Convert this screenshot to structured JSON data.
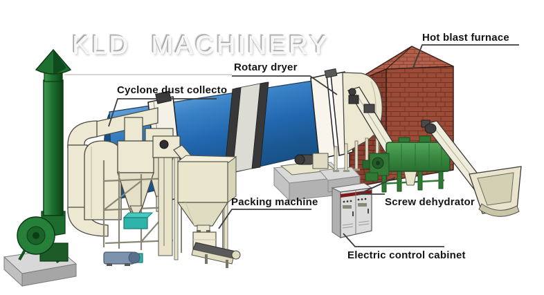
{
  "watermark": {
    "text": "KLD MACHINERY"
  },
  "labels": {
    "hot_blast_furnace": "Hot blast furnace",
    "rotary_dryer": "Rotary dryer",
    "cyclone_dust_collector": "Cyclone dust collecto",
    "packing_machine": "Packing machine",
    "screw_dehydrator": "Screw dehydrator",
    "electric_control_cabinet": "Electric control cabinet"
  },
  "colors": {
    "dryer_drum_blue": "#2268b0",
    "furnace_brick": "#9c4b37",
    "furnace_mortar": "#703226",
    "chimney_green": "#17642a",
    "dehydrator_green": "#3a8a41",
    "machine_cream": "#ece8d2",
    "valve_teal": "#2fb3ab",
    "cabinet_gray": "#dcdcdc",
    "cabinet_stripe_red": "#7d1a1a",
    "label_text": "#141414",
    "leader_line": "#3c3c3c",
    "background": "#ffffff"
  }
}
